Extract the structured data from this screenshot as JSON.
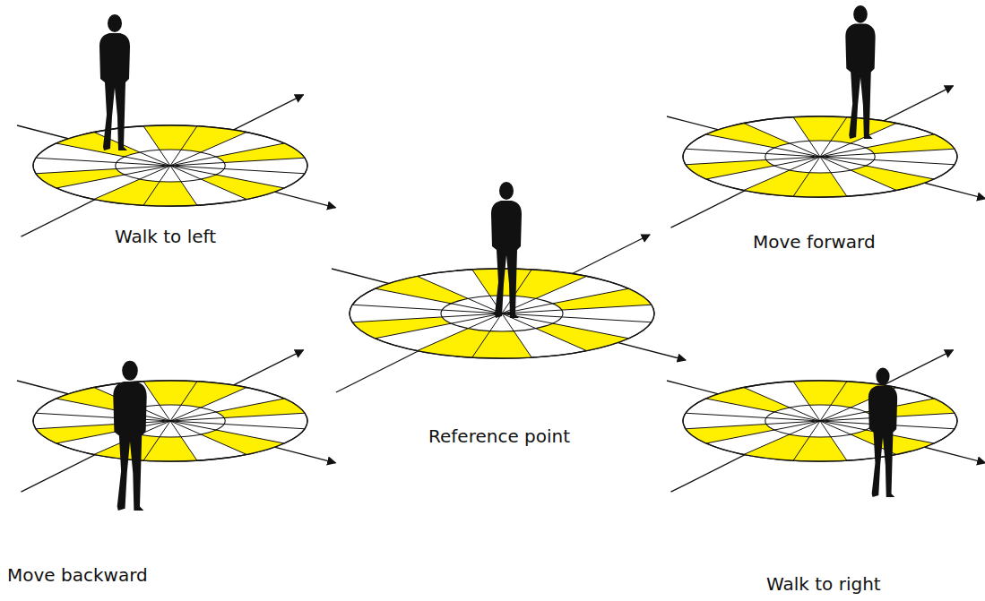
{
  "diagram": {
    "labels": [
      "Walk to left",
      "Move forward",
      "Reference point",
      "Move backward",
      "Walk to right"
    ]
  }
}
